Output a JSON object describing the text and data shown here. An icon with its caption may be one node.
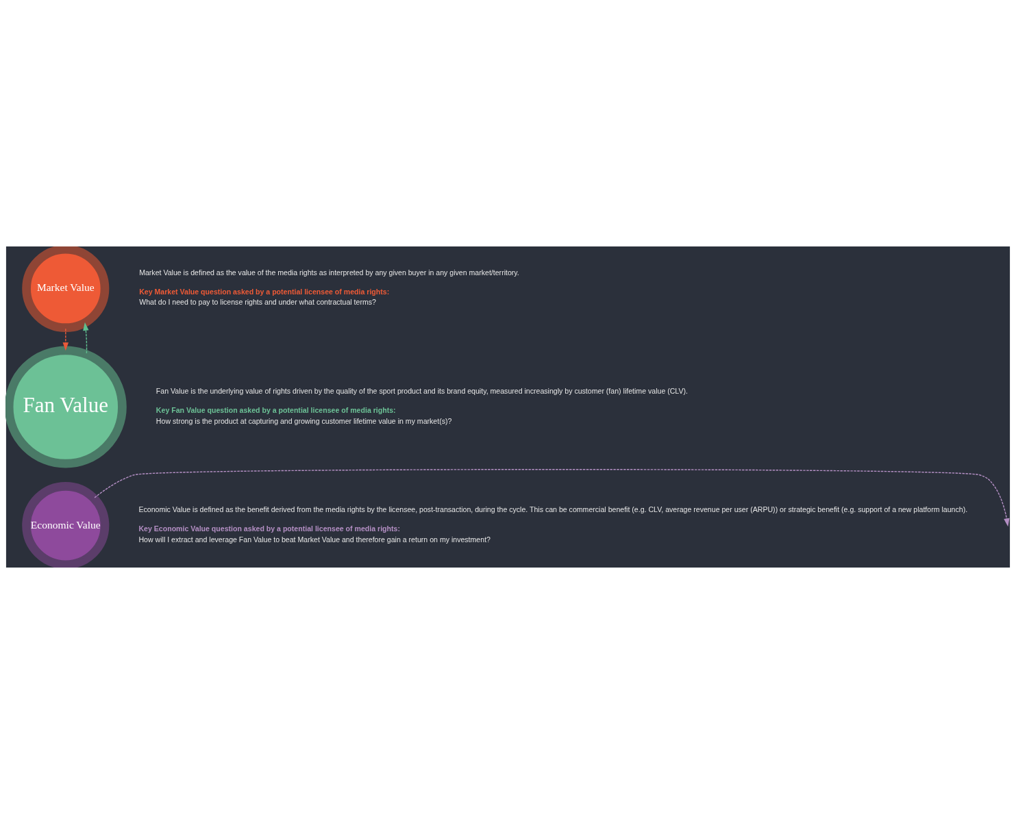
{
  "diagram": {
    "nodes": [
      {
        "text": [
          "Market Value"
        ],
        "beside": [
          "Market Value is defined as the value of the media rights as interpreted by any given buyer in any given market/territory.",
          "Key Market Value question asked by a potential licensee of media rights:",
          "What do I need to pay to license rights and under what contractual terms?"
        ]
      },
      {
        "text": [
          "Fan Value"
        ],
        "beside": [
          "Fan Value is the underlying value of rights driven by the quality of the sport product and its brand equity, measured increasingly by customer (fan) lifetime value (CLV).",
          "Key Fan Value question asked by a potential licensee of media rights:",
          "How strong is the product at capturing and growing customer lifetime value in my market(s)?"
        ]
      },
      {
        "text": [
          "Economic Value"
        ],
        "beside": [
          "Economic Value is defined as the benefit derived from the media rights by the licensee, post-transaction, during the cycle. This can be commercial benefit (e.g. CLV, average revenue per user (ARPU)) or strategic benefit (e.g. support of a new platform launch).",
          "Key Economic Value question asked by a potential licensee of media rights:",
          "How will I extract and leverage Fan Value to beat Market Value and therefore gain a return on my investment?"
        ]
      }
    ],
    "edges": [
      {
        "from": 0,
        "to": 1,
        "arrow": "to",
        "style": "dashed",
        "color": "#e8593a"
      },
      {
        "from": 1,
        "to": 0,
        "arrow": "to",
        "style": "dashed",
        "color": "#5fbf8f"
      },
      {
        "from": 2,
        "to": null,
        "arrow": "to",
        "style": "dashed",
        "color": "#b48fc4"
      }
    ]
  }
}
